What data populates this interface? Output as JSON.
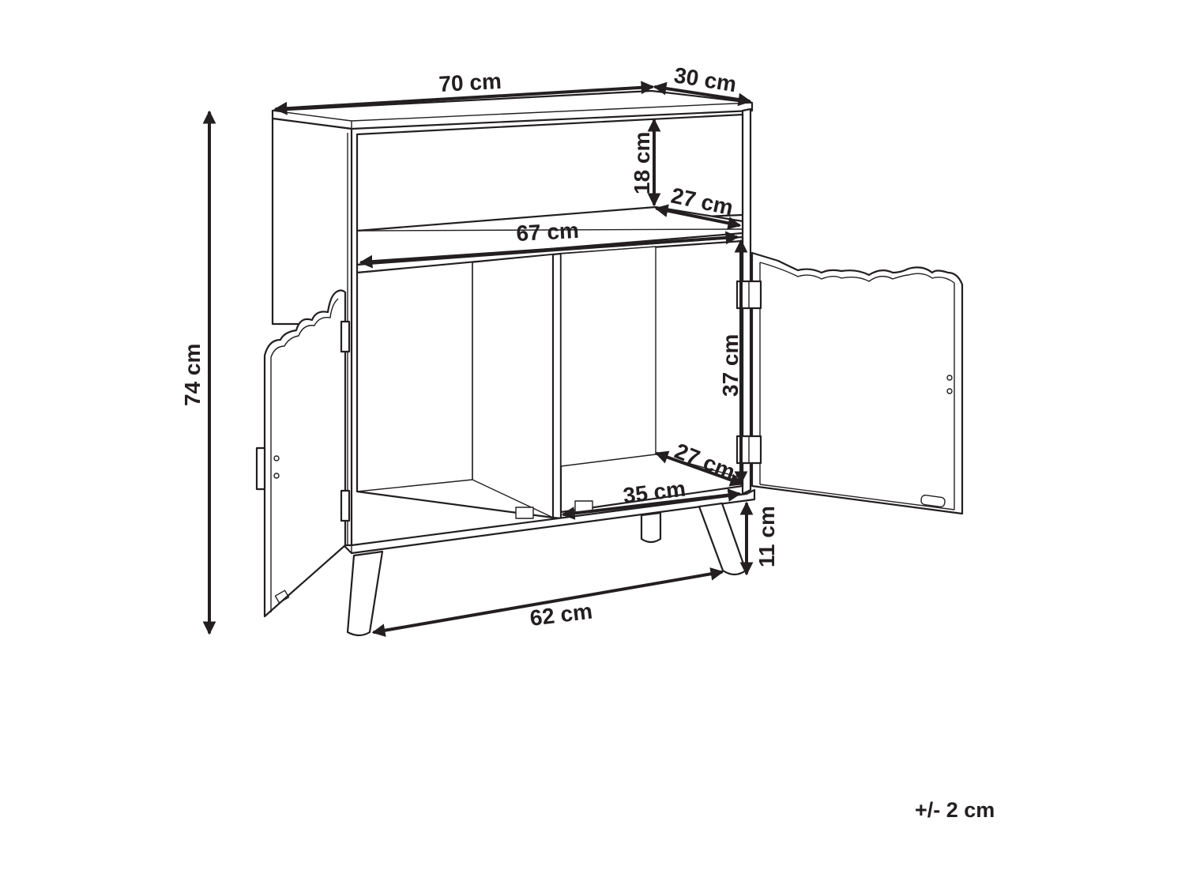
{
  "dimensions": {
    "top_width": "70 cm",
    "top_depth": "30 cm",
    "open_shelf_height": "18 cm",
    "open_shelf_depth": "27 cm",
    "inner_width": "67 cm",
    "total_height": "74 cm",
    "compartment_height": "37 cm",
    "compartment_depth": "27 cm",
    "compartment_width": "35 cm",
    "leg_height": "11 cm",
    "leg_span": "62 cm"
  },
  "tolerance": "+/- 2 cm",
  "colors": {
    "line": "#231f20",
    "background": "#ffffff"
  }
}
